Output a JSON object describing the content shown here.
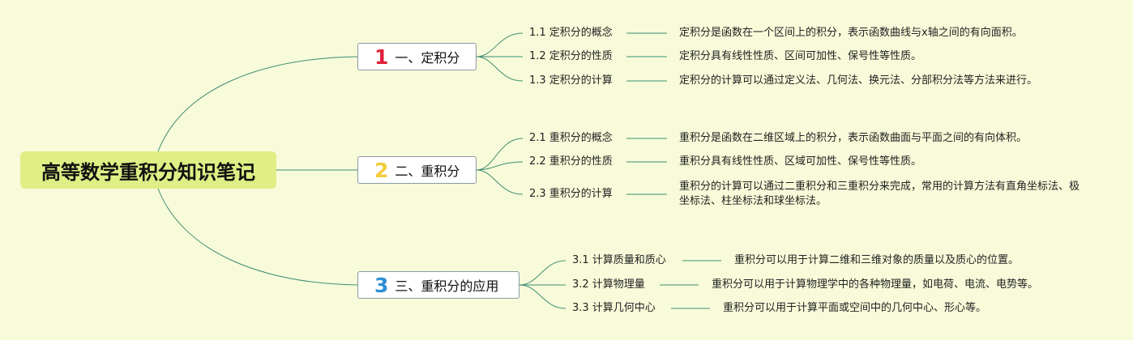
{
  "colors": {
    "background": "#f8fbd9",
    "root_fill": "#dfef85",
    "connector": "#3e8e74",
    "num1": "#e0203a",
    "num2": "#f3cc3c",
    "num3": "#2d8fd6"
  },
  "root": {
    "title": "高等数学重积分知识笔记"
  },
  "branches": [
    {
      "num": "1",
      "label": "一、定积分",
      "items": [
        {
          "label": "1.1 定积分的概念",
          "desc": "定积分是函数在一个区间上的积分，表示函数曲线与x轴之间的有向面积。"
        },
        {
          "label": "1.2 定积分的性质",
          "desc": "定积分具有线性性质、区间可加性、保号性等性质。"
        },
        {
          "label": "1.3 定积分的计算",
          "desc": "定积分的计算可以通过定义法、几何法、换元法、分部积分法等方法来进行。"
        }
      ]
    },
    {
      "num": "2",
      "label": "二、重积分",
      "items": [
        {
          "label": "2.1 重积分的概念",
          "desc": "重积分是函数在二维区域上的积分，表示函数曲面与平面之间的有向体积。"
        },
        {
          "label": "2.2 重积分的性质",
          "desc": "重积分具有线性性质、区域可加性、保号性等性质。"
        },
        {
          "label": "2.3 重积分的计算",
          "desc": "重积分的计算可以通过二重积分和三重积分来完成，常用的计算方法有直角坐标法、极坐标法、柱坐标法和球坐标法。"
        }
      ]
    },
    {
      "num": "3",
      "label": "三、重积分的应用",
      "items": [
        {
          "label": "3.1 计算质量和质心",
          "desc": "重积分可以用于计算二维和三维对象的质量以及质心的位置。"
        },
        {
          "label": "3.2 计算物理量",
          "desc": "重积分可以用于计算物理学中的各种物理量，如电荷、电流、电势等。"
        },
        {
          "label": "3.3 计算几何中心",
          "desc": "重积分可以用于计算平面或空间中的几何中心、形心等。"
        }
      ]
    }
  ]
}
